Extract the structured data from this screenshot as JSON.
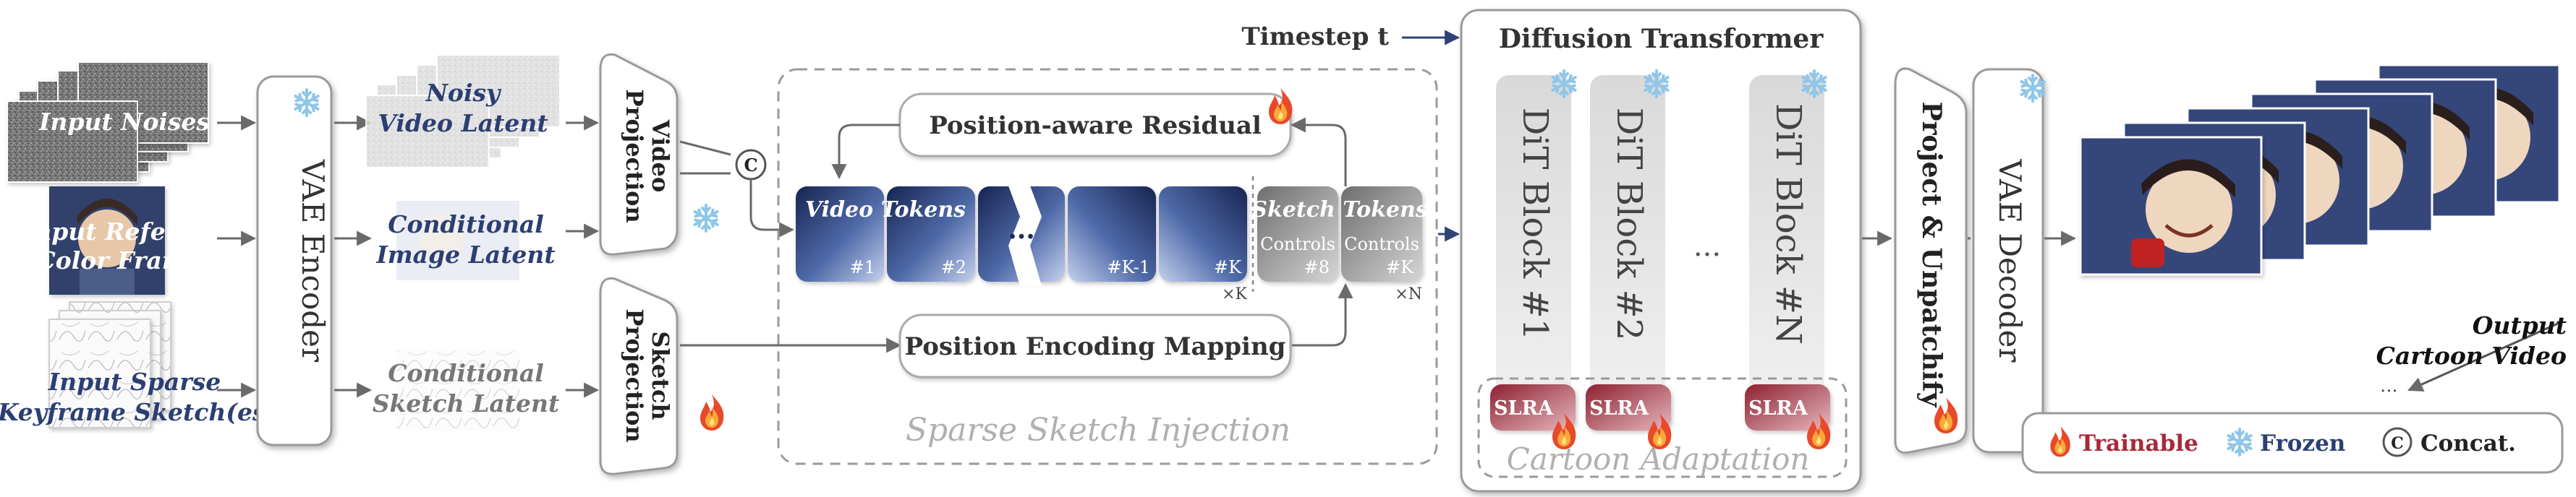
{
  "inputs": {
    "noises": "Input Noises",
    "reference_1": "Input Reference",
    "reference_2": "Color Frame(s)",
    "sketch_1": "Input Sparse",
    "sketch_2": "Keyframe Sketch(es)"
  },
  "vae_encoder": "VAE Encoder",
  "latents": {
    "noisy_1": "Noisy",
    "noisy_2": "Video Latent",
    "image_1": "Conditional",
    "image_2": "Image Latent",
    "sketch_1": "Conditional",
    "sketch_2": "Sketch Latent"
  },
  "video_projection_1": "Video",
  "video_projection_2": "Projection",
  "sketch_projection_1": "Sketch",
  "sketch_projection_2": "Projection",
  "concat_symbol": "C",
  "injection": {
    "title": "Sparse Sketch Injection",
    "residual": "Position-aware Residual",
    "mapping": "Position Encoding Mapping",
    "video_tokens": "Video Tokens",
    "sketch_tokens": "Sketch Tokens",
    "ellipsis": "···",
    "token_ids": [
      "#1",
      "#2",
      "#K-1",
      "#K"
    ],
    "controls_label": "Controls",
    "control_ids": [
      "#8",
      "#K"
    ],
    "mult_k": "×K",
    "mult_n": "×N"
  },
  "timestep": "Timestep t",
  "transformer": {
    "title": "Diffusion Transformer",
    "blocks": [
      "DiT Block #1",
      "DiT Block #2",
      "DiT Block #N"
    ],
    "ellipsis": "···",
    "slra": "SLRA",
    "adaptation": "Cartoon Adaptation"
  },
  "project_unpatchify": "Project & Unpatchify",
  "vae_decoder": "VAE Decoder",
  "output_1": "Output",
  "output_2": "Cartoon Video",
  "legend": {
    "trainable": "Trainable",
    "frozen": "Frozen",
    "concat": "Concat.",
    "concat_symbol": "C"
  },
  "colors": {
    "latent_text": "#2c3f73",
    "trainable": "#a8283a",
    "token_dark": "#1c2a55",
    "token_light": "#b9c6e8"
  }
}
